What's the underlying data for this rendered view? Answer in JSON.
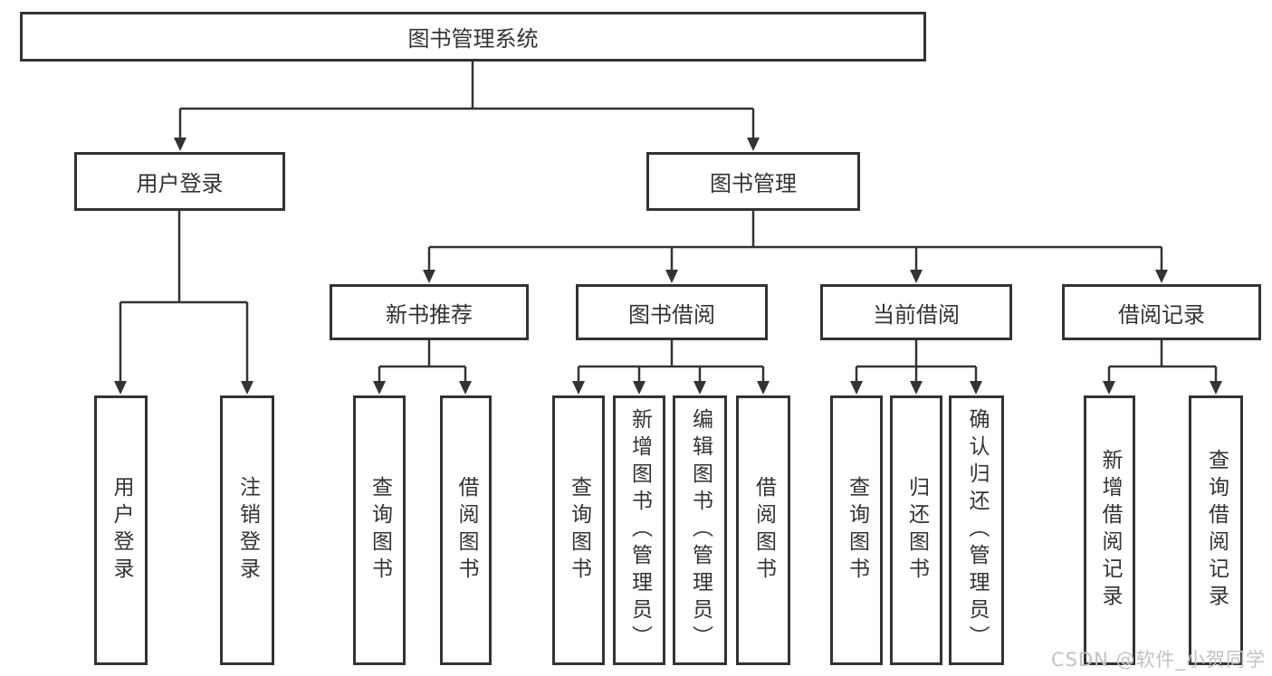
{
  "tree": {
    "label": "图书管理系统",
    "children": [
      {
        "label": "用户登录",
        "children": [
          {
            "label": "用户登录"
          },
          {
            "label": "注销登录"
          }
        ]
      },
      {
        "label": "图书管理",
        "children": [
          {
            "label": "新书推荐",
            "children": [
              {
                "label": "查询图书"
              },
              {
                "label": "借阅图书"
              }
            ]
          },
          {
            "label": "图书借阅",
            "children": [
              {
                "label": "查询图书"
              },
              {
                "label": "新增图书（管理员）"
              },
              {
                "label": "编辑图书（管理员）"
              },
              {
                "label": "借阅图书"
              }
            ]
          },
          {
            "label": "当前借阅",
            "children": [
              {
                "label": "查询图书"
              },
              {
                "label": "归还图书"
              },
              {
                "label": "确认归还（管理员）"
              }
            ]
          },
          {
            "label": "借阅记录",
            "children": [
              {
                "label": "新增借阅记录"
              },
              {
                "label": "查询借阅记录"
              }
            ]
          }
        ]
      }
    ]
  },
  "watermark": {
    "text": "CSDN @软件_小贺同学"
  },
  "colors": {
    "line": "#333333",
    "text": "#333333",
    "box_background": "#ffffff",
    "watermark": "#c2c2c2",
    "page_background": "#ffffff"
  }
}
